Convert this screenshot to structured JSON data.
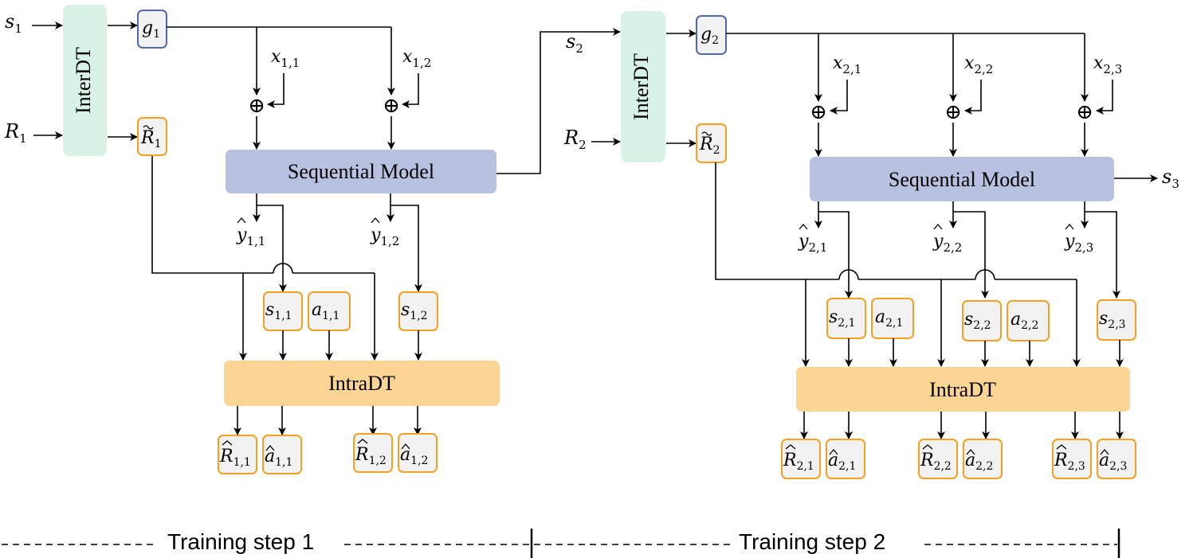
{
  "colors": {
    "interdt_fill": "#d9f2e6",
    "seq_fill": "#b8c2e0",
    "intradt_fill": "#fcd595",
    "orange_border": "#f5a020",
    "blue_border": "#5068b0",
    "token_fill": "#f2f2f2",
    "line": "#000000"
  },
  "blocks": {
    "interdt_1": "InterDT",
    "interdt_2": "InterDT",
    "seq_1": "Sequential Model",
    "seq_2": "Sequential Model",
    "intradt_1": "IntraDT",
    "intradt_2": "IntraDT"
  },
  "inputs": {
    "s1": {
      "base": "s",
      "sub": "1"
    },
    "R1": {
      "base": "R",
      "sub": "1"
    },
    "s2": {
      "base": "s",
      "sub": "2"
    },
    "R2": {
      "base": "R",
      "sub": "2"
    },
    "s3": {
      "base": "s",
      "sub": "3"
    }
  },
  "tokens": {
    "g1": {
      "base": "g",
      "sub": "1"
    },
    "Rt1": {
      "base": "R",
      "sub": "1"
    },
    "g2": {
      "base": "g",
      "sub": "2"
    },
    "Rt2": {
      "base": "R",
      "sub": "2"
    },
    "s11": {
      "base": "s",
      "sub": "1,1"
    },
    "a11": {
      "base": "a",
      "sub": "1,1"
    },
    "s12": {
      "base": "s",
      "sub": "1,2"
    },
    "s21": {
      "base": "s",
      "sub": "2,1"
    },
    "a21": {
      "base": "a",
      "sub": "2,1"
    },
    "s22": {
      "base": "s",
      "sub": "2,2"
    },
    "a22": {
      "base": "a",
      "sub": "2,2"
    },
    "s23": {
      "base": "s",
      "sub": "2,3"
    }
  },
  "x_labels": {
    "x11": {
      "base": "x",
      "sub": "1,1"
    },
    "x12": {
      "base": "x",
      "sub": "1,2"
    },
    "x21": {
      "base": "x",
      "sub": "2,1"
    },
    "x22": {
      "base": "x",
      "sub": "2,2"
    },
    "x23": {
      "base": "x",
      "sub": "2,3"
    }
  },
  "y_labels": {
    "y11": {
      "base": "y",
      "sub": "1,1"
    },
    "y12": {
      "base": "y",
      "sub": "1,2"
    },
    "y21": {
      "base": "y",
      "sub": "2,1"
    },
    "y22": {
      "base": "y",
      "sub": "2,2"
    },
    "y23": {
      "base": "y",
      "sub": "2,3"
    }
  },
  "outputs": {
    "Rh11": {
      "base": "R",
      "sub": "1,1"
    },
    "ah11": {
      "base": "a",
      "sub": "1,1"
    },
    "Rh12": {
      "base": "R",
      "sub": "1,2"
    },
    "ah12": {
      "base": "a",
      "sub": "1,2"
    },
    "Rh21": {
      "base": "R",
      "sub": "2,1"
    },
    "ah21": {
      "base": "a",
      "sub": "2,1"
    },
    "Rh22": {
      "base": "R",
      "sub": "2,2"
    },
    "ah22": {
      "base": "a",
      "sub": "2,2"
    },
    "Rh23": {
      "base": "R",
      "sub": "2,3"
    },
    "ah23": {
      "base": "a",
      "sub": "2,3"
    }
  },
  "oplus": "⊕",
  "steps": {
    "step1": "Training step 1",
    "step2": "Training step 2"
  }
}
